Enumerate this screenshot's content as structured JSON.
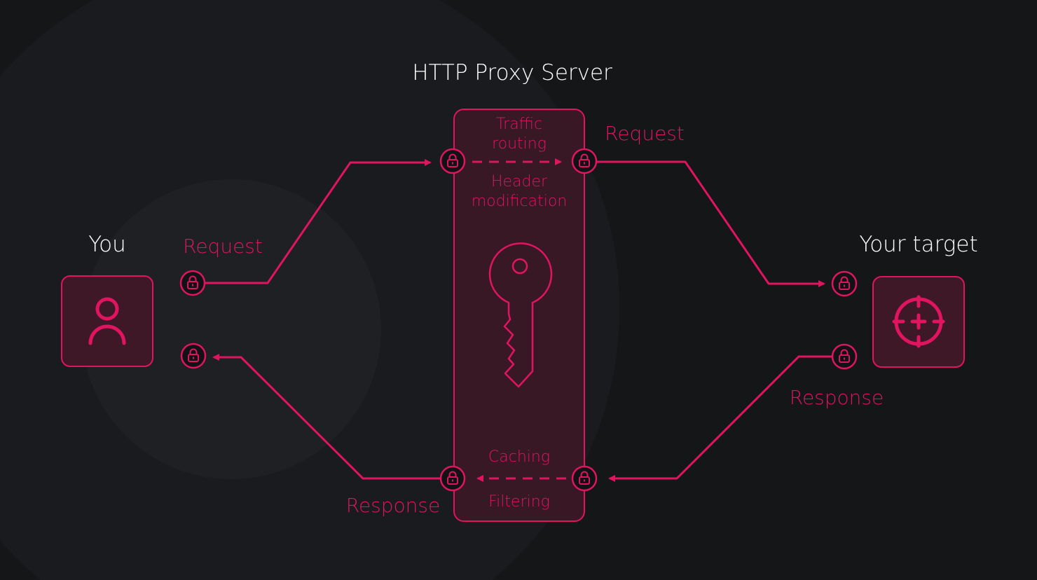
{
  "title": "HTTP Proxy Server",
  "you": {
    "label": "You"
  },
  "target": {
    "label": "Your target"
  },
  "server": {
    "top_label": "Traffic\nrouting",
    "top_line1": "Traffic",
    "top_line2": "routing",
    "mid_line1": "Header",
    "mid_line2": "modification",
    "bottom_top": "Caching",
    "bottom_bottom": "Filtering"
  },
  "flows": {
    "request_left": "Request",
    "request_right": "Request",
    "response_left": "Response",
    "response_right": "Response"
  },
  "colors": {
    "accent": "#e0145f",
    "background": "#141618",
    "box_fill": "#3f1828"
  }
}
